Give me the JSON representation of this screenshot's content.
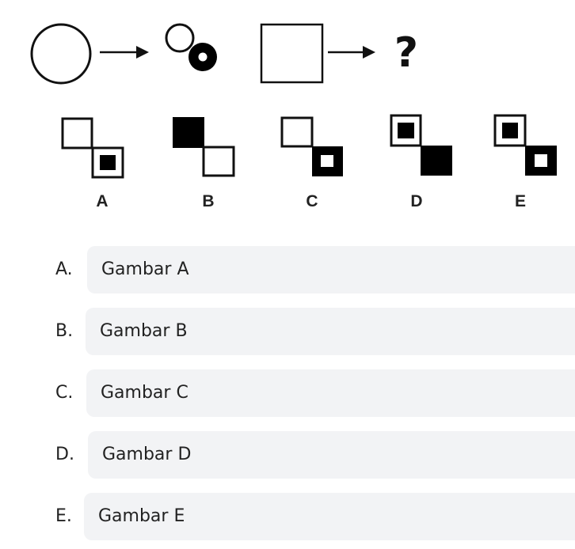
{
  "figure": {
    "question_mark": "?",
    "choices": [
      {
        "label": "A"
      },
      {
        "label": "B"
      },
      {
        "label": "C"
      },
      {
        "label": "D"
      },
      {
        "label": "E"
      }
    ]
  },
  "options": [
    {
      "letter": "A.",
      "text": "Gambar A"
    },
    {
      "letter": "B.",
      "text": "Gambar B"
    },
    {
      "letter": "C.",
      "text": "Gambar C"
    },
    {
      "letter": "D.",
      "text": "Gambar D"
    },
    {
      "letter": "E.",
      "text": "Gambar E"
    }
  ]
}
